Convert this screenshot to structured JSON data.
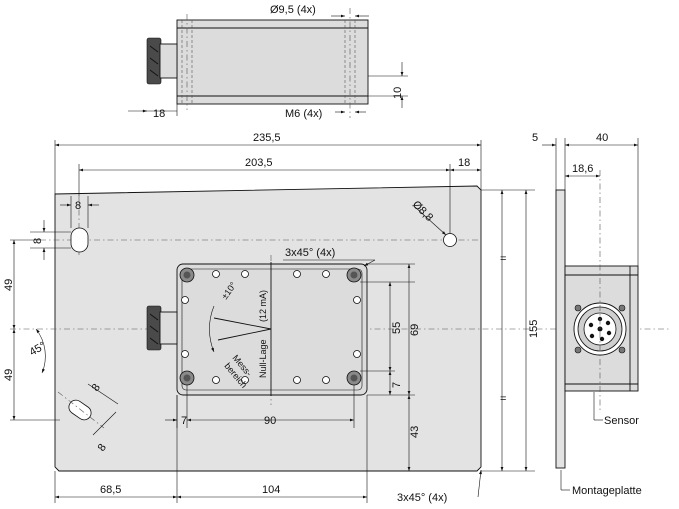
{
  "dims": {
    "d_hole_top": "Ø9,5 (4x)",
    "m6": "M6 (4x)",
    "d18_top": "18",
    "d10": "10",
    "w235": "235,5",
    "w203": "203,5",
    "d18_right": "18",
    "d8_top": "8",
    "d8_side": "8",
    "d88": "Ø8,8",
    "chamfer_top": "3x45° (4x)",
    "chamfer_bottom": "3x45° (4x)",
    "d49_upper": "49",
    "d49_lower": "49",
    "angle45": "45°",
    "slot8_a": "8",
    "slot8_b": "8",
    "d55": "55",
    "d69": "69",
    "d7_right": "7",
    "d7_left": "7",
    "d90": "90",
    "d43": "43",
    "d155": "155",
    "eq1": "=",
    "eq2": "=",
    "d68": "68,5",
    "d104": "104",
    "d5": "5",
    "d40": "40",
    "d186": "18,6"
  },
  "labels": {
    "pm10": "±10°",
    "current": "(12 mA)",
    "null_lage": "Null-Lage",
    "mess": "Mess-",
    "bereich": "bereich",
    "sensor": "Sensor",
    "montageplatte": "Montageplatte"
  }
}
